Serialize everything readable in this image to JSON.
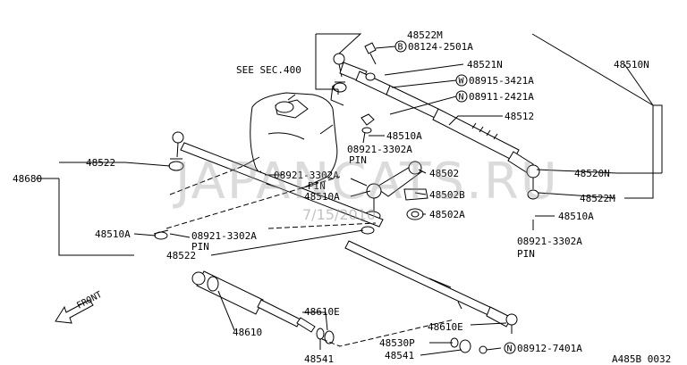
{
  "watermark": "JAPANCATS.RU",
  "date_stamp": "7/15/2010",
  "diagram_code": "A485B 0032",
  "front_label": "FRONT",
  "labels": {
    "see_sec": "SEE SEC.400",
    "p48522M_top": "48522M",
    "p08124": "08124-2501A",
    "p48521N": "48521N",
    "p48510N": "48510N",
    "p08915": "08915-3421A",
    "p08911": "08911-2421A",
    "p48512": "48512",
    "p48510A_mid": "48510A",
    "p08921_mid": "08921-3302A",
    "pin_mid": "PIN",
    "p48522_left": "48522",
    "p48680": "48680",
    "p08921_center": "08921-3302A",
    "pin_center": "PIN",
    "p48502": "48502",
    "p48510A_center": "48510A",
    "p48502B": "48502B",
    "p48502A": "48502A",
    "p48520N": "48520N",
    "p48522M_right": "48522M",
    "p48510A_right": "48510A",
    "p08921_right": "08921-3302A",
    "pin_right": "PIN",
    "p48510A_left": "48510A",
    "p08921_left": "08921-3302A",
    "pin_left": "PIN",
    "p48522_bottom": "48522",
    "p48610E_top": "48610E",
    "p48610": "48610",
    "p48541_left": "48541",
    "p48610E_bottom": "48610E",
    "p48530P": "48530P",
    "p48541_right": "48541",
    "p08912": "08912-7401A"
  },
  "circle_prefixes": {
    "bolt": "B",
    "washer": "W",
    "nut1": "N",
    "nut2": "N"
  },
  "icons": [
    "front-arrow-icon"
  ]
}
